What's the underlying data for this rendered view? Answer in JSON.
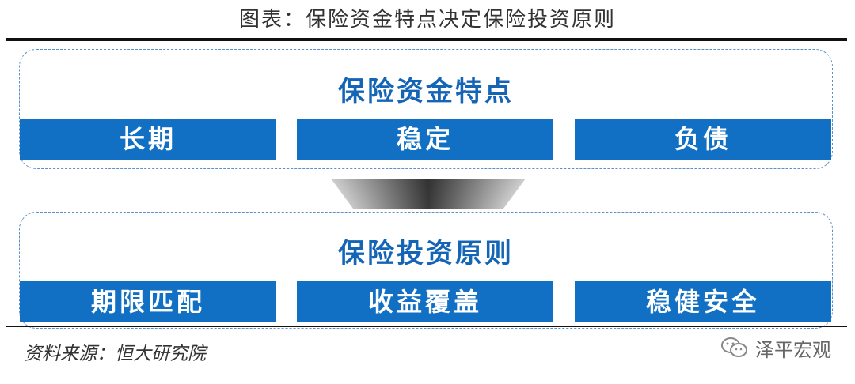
{
  "title": "图表：保险资金特点决定保险投资原则",
  "top_section": {
    "heading": "保险资金特点",
    "items": [
      "长期",
      "稳定",
      "负债"
    ]
  },
  "bottom_section": {
    "heading": "保险投资原则",
    "items": [
      "期限匹配",
      "收益覆盖",
      "稳健安全"
    ]
  },
  "source": "资料来源：恒大研究院",
  "watermark": "泽平宏观",
  "colors": {
    "box_fill": "#1170c4",
    "heading_text": "#1565b7",
    "panel_border": "#5e8fc9",
    "arrow_dark": "#3a3a3a"
  }
}
